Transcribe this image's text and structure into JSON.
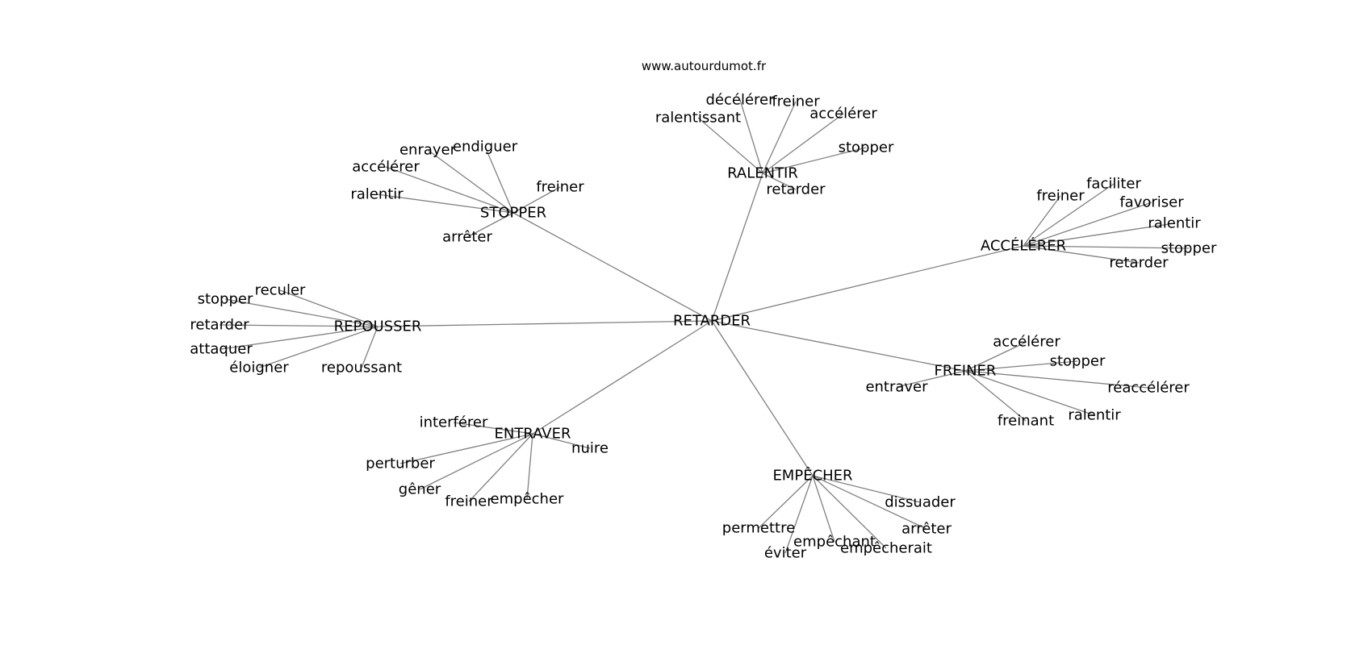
{
  "watermark": "www.autourdumot.fr",
  "graph": {
    "center": "RETARDER",
    "groups": [
      {
        "hub": "RALENTIR",
        "leaves": [
          "décélérer",
          "freiner",
          "ralentissant",
          "accélérer",
          "stopper",
          "retarder"
        ]
      },
      {
        "hub": "STOPPER",
        "leaves": [
          "enrayer",
          "endiguer",
          "accélérer",
          "freiner",
          "ralentir",
          "arrêter"
        ]
      },
      {
        "hub": "ACCÉLÉRER",
        "leaves": [
          "faciliter",
          "freiner",
          "favoriser",
          "ralentir",
          "stopper",
          "retarder"
        ]
      },
      {
        "hub": "REPOUSSER",
        "leaves": [
          "reculer",
          "stopper",
          "retarder",
          "attaquer",
          "éloigner",
          "repoussant"
        ]
      },
      {
        "hub": "FREINER",
        "leaves": [
          "accélérer",
          "stopper",
          "entraver",
          "réaccélérer",
          "ralentir",
          "freinant"
        ]
      },
      {
        "hub": "ENTRAVER",
        "leaves": [
          "interférer",
          "nuire",
          "perturber",
          "gêner",
          "freiner",
          "empêcher"
        ]
      },
      {
        "hub": "EMPÊCHER",
        "leaves": [
          "dissuader",
          "permettre",
          "arrêter",
          "empêchant",
          "empêcherait",
          "éviter"
        ]
      }
    ]
  }
}
